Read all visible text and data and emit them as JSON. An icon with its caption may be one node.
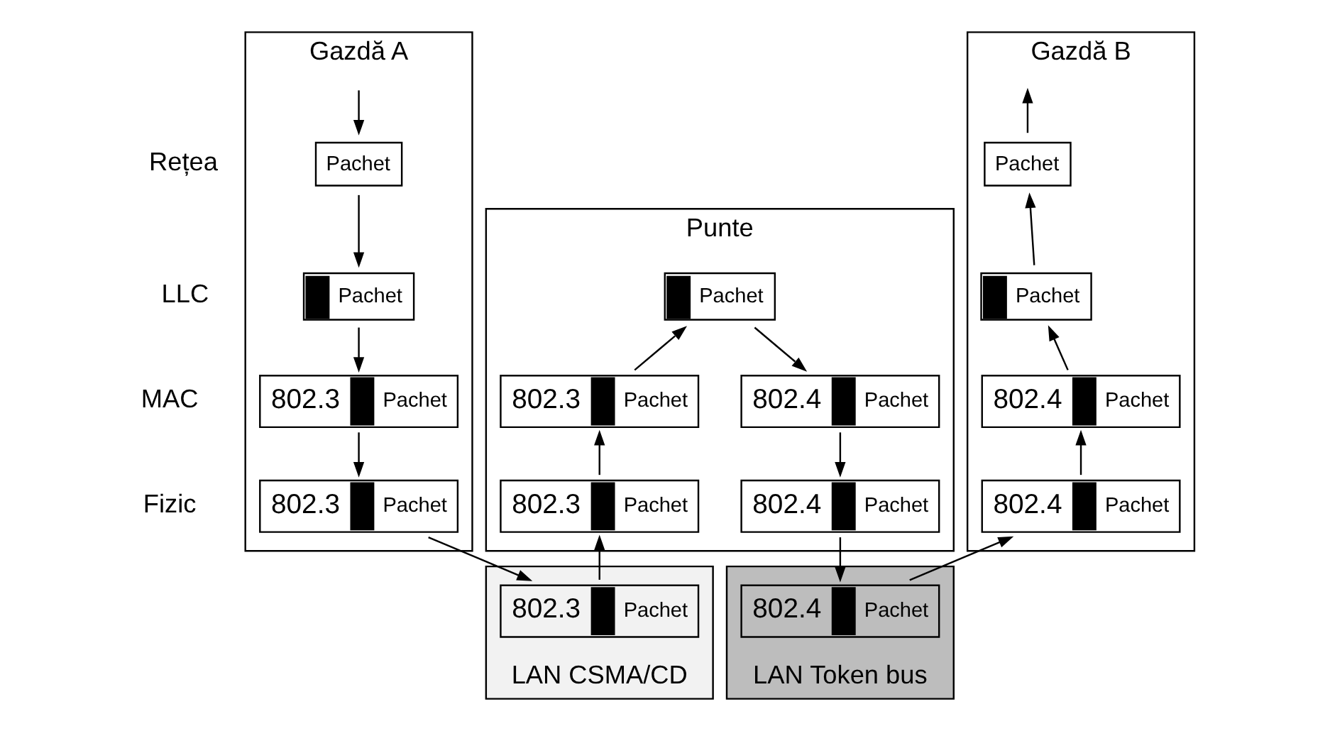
{
  "diagram": {
    "nodes": [
      {
        "text": [
          "Gazdă A"
        ]
      },
      {
        "text": [
          "Pachet"
        ],
        "in": 0
      },
      {
        "text": [
          "Pachet"
        ],
        "in": 0
      },
      {
        "text": [
          "802.3",
          "Pachet"
        ],
        "in": 0
      },
      {
        "text": [
          "802.3",
          "Pachet"
        ],
        "in": 0
      },
      {
        "text": [
          "Punte"
        ]
      },
      {
        "text": [
          "Pachet"
        ],
        "in": 5
      },
      {
        "text": [
          "802.3",
          "Pachet"
        ],
        "in": 5
      },
      {
        "text": [
          "802.4",
          "Pachet"
        ],
        "in": 5
      },
      {
        "text": [
          "802.3",
          "Pachet"
        ],
        "in": 5
      },
      {
        "text": [
          "802.4",
          "Pachet"
        ],
        "in": 5
      },
      {
        "text": [
          "Gazdă B"
        ]
      },
      {
        "text": [
          "Pachet"
        ],
        "in": 11
      },
      {
        "text": [
          "Pachet"
        ],
        "in": 11
      },
      {
        "text": [
          "802.4",
          "Pachet"
        ],
        "in": 11
      },
      {
        "text": [
          "802.4",
          "Pachet"
        ],
        "in": 11
      },
      {
        "text": [
          "LAN CSMA/CD"
        ]
      },
      {
        "text": [
          "802.3",
          "Pachet"
        ],
        "in": 16
      },
      {
        "text": [
          "LAN Token bus"
        ]
      },
      {
        "text": [
          "802.4",
          "Pachet"
        ],
        "in": 18
      }
    ],
    "edges": [
      {
        "from": null,
        "to": 1,
        "arrow": "to"
      },
      {
        "from": 1,
        "to": 2,
        "arrow": "to"
      },
      {
        "from": 2,
        "to": 3,
        "arrow": "to"
      },
      {
        "from": 3,
        "to": 4,
        "arrow": "to"
      },
      {
        "from": 4,
        "to": 17,
        "arrow": "to"
      },
      {
        "from": 17,
        "to": 9,
        "arrow": "to"
      },
      {
        "from": 9,
        "to": 7,
        "arrow": "to"
      },
      {
        "from": 7,
        "to": 6,
        "arrow": "to"
      },
      {
        "from": 6,
        "to": 8,
        "arrow": "to"
      },
      {
        "from": 8,
        "to": 10,
        "arrow": "to"
      },
      {
        "from": 10,
        "to": 19,
        "arrow": "to"
      },
      {
        "from": 19,
        "to": 15,
        "arrow": "to"
      },
      {
        "from": 15,
        "to": 14,
        "arrow": "to"
      },
      {
        "from": 14,
        "to": 13,
        "arrow": "to"
      },
      {
        "from": 13,
        "to": 12,
        "arrow": "to"
      },
      {
        "from": 12,
        "to": null,
        "arrow": "to"
      }
    ],
    "labels": [
      "Rețea",
      "LLC",
      "MAC",
      "Fizic"
    ]
  }
}
